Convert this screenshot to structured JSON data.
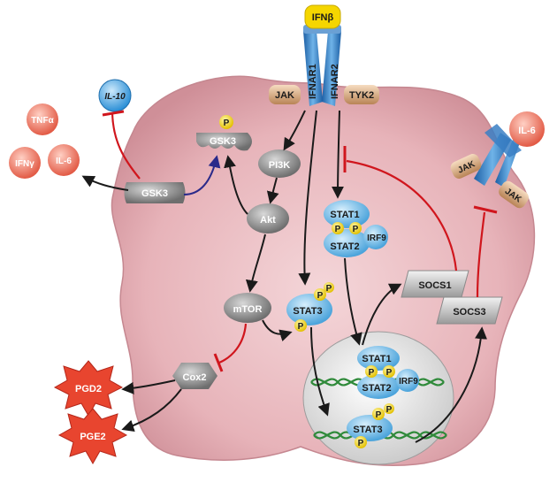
{
  "labels": {
    "ifnb": "IFNβ",
    "ifnar1": "IFNAR1",
    "ifnar2": "IFNAR2",
    "jak_left": "JAK",
    "tyk2": "TYK2",
    "il10": "IL-10",
    "tnfa": "TNFα",
    "ifng": "IFNγ",
    "il6_small": "IL-6",
    "gsk3_top": "GSK3",
    "gsk3_left": "GSK3",
    "pi3k": "PI3K",
    "akt": "Akt",
    "mtor": "mTOR",
    "cox2": "Cox2",
    "pgd2": "PGD2",
    "pge2": "PGE2",
    "stat3_cyto": "STAT3",
    "stat1_cyto": "STAT1",
    "stat2_cyto": "STAT2",
    "irf9_cyto": "IRF9",
    "socs1": "SOCS1",
    "socs3": "SOCS3",
    "il6_receptor": "IL-6",
    "jak_r1": "JAK",
    "jak_r2": "JAK",
    "stat1_nuc": "STAT1",
    "stat2_nuc": "STAT2",
    "irf9_nuc": "IRF9",
    "stat3_nuc": "STAT3",
    "phospho": "P"
  },
  "colors": {
    "cell_fill": "#e7b3b9",
    "nucleus_fill": "#dcdcdc",
    "inhibit": "#d0161d",
    "activate": "#1a1a1a",
    "gsk3_activate": "#2a2a8a",
    "receptor_blue": "#3a7fc4",
    "phospho_yellow": "#f5d600",
    "stat_blue": "#5aa9dc",
    "dna_green": "#2f8a3a"
  }
}
